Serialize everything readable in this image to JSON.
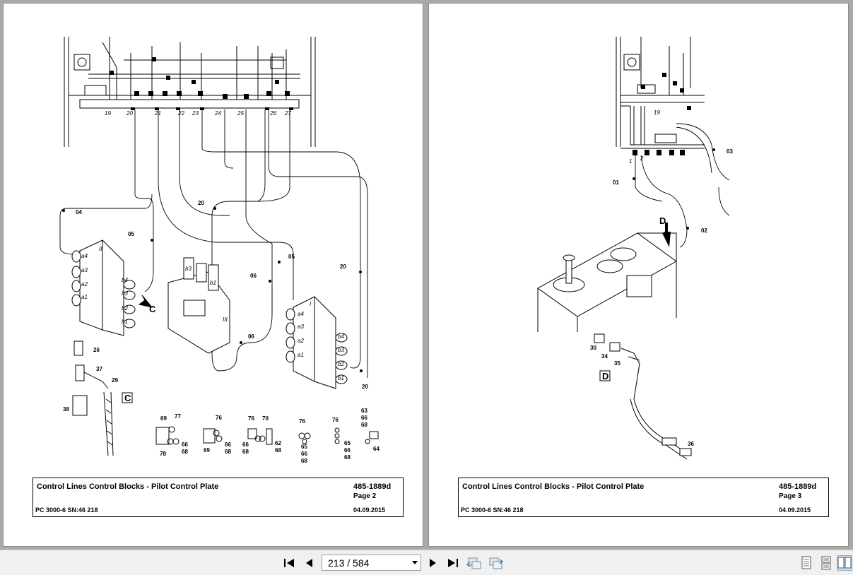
{
  "viewer": {
    "page_indicator": "213 / 584",
    "nav_first_icon": "first-page-icon",
    "nav_prev_icon": "previous-page-icon",
    "nav_next_icon": "next-page-icon",
    "nav_last_icon": "last-page-icon"
  },
  "pages": [
    {
      "title": "Control Lines Control Blocks - Pilot Control Plate",
      "doc_number": "485-1889d",
      "page_label": "Page 2",
      "model": "PC 3000-6 SN:46 218",
      "date": "04.09.2015",
      "detail_label": "C",
      "arrow_label": "C",
      "block_numerals": [
        "II",
        "III",
        "I"
      ],
      "labels_top": [
        "19",
        "20",
        "21",
        "22",
        "23",
        "24",
        "25",
        "26",
        "27"
      ],
      "labels_lines": [
        "04",
        "05",
        "20",
        "05",
        "06",
        "20",
        "06",
        "20"
      ],
      "port_labels": [
        "a4",
        "a3",
        "a2",
        "a1",
        "b4",
        "b3",
        "b2",
        "b1"
      ],
      "labels_parts": [
        "26",
        "37",
        "29",
        "38",
        "69",
        "77",
        "78",
        "66",
        "68",
        "76",
        "69",
        "66",
        "68",
        "76",
        "70",
        "66",
        "68",
        "62",
        "68",
        "76",
        "65",
        "66",
        "68",
        "76",
        "65",
        "66",
        "68",
        "63",
        "66",
        "68",
        "64"
      ]
    },
    {
      "title": "Control Lines Control Blocks - Pilot Control Plate",
      "doc_number": "485-1889d",
      "page_label": "Page 3",
      "model": "PC 3000-6 SN:46 218",
      "date": "04.09.2015",
      "detail_label": "D",
      "arrow_label": "D",
      "labels": [
        "19",
        "1",
        "2",
        "01",
        "02",
        "03",
        "30",
        "34",
        "35",
        "36"
      ]
    }
  ]
}
